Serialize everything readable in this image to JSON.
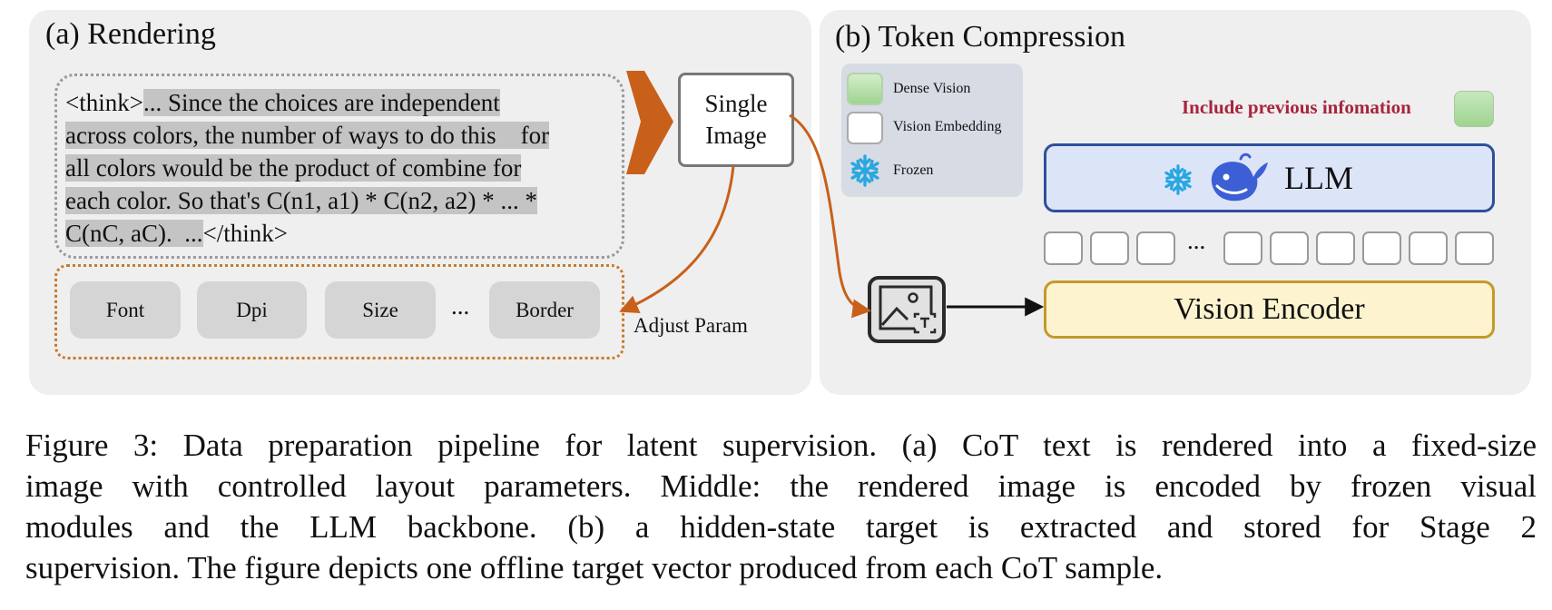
{
  "panel_a": {
    "title": "(a) Rendering",
    "think_text": {
      "line1_plain": "<think>",
      "line1_hl": "... Since the choices are independent",
      "line2": "across colors, the number of ways to do this    for",
      "line3": "all colors would be the product of combine for",
      "line4": "each color. So that's C(n1, a1) * C(n2, a2) * ... *",
      "line5_hl": "C(nC, aC).  ...",
      "line5_plain": "</think>"
    },
    "params": [
      "Font",
      "Dpi",
      "Size",
      "Border"
    ],
    "params_ellipsis": "...",
    "single_image": {
      "line1": "Single",
      "line2": "Image"
    },
    "adjust_label": "Adjust Param"
  },
  "panel_b": {
    "title": "(b)  Token Compression",
    "legend": [
      {
        "label": "Dense Vision",
        "icon": "dense-vision-swatch"
      },
      {
        "label": "Vision Embedding",
        "icon": "vision-embedding-swatch"
      },
      {
        "label": "Frozen",
        "icon": "snowflake-icon"
      }
    ],
    "include_label": "Include previous infomation",
    "llm_label": "LLM",
    "token_ellipsis": "...",
    "vision_encoder_label": "Vision Encoder"
  },
  "colors": {
    "panel_bg": "#efefef",
    "arrow_orange": "#c8601a",
    "llm_border": "#2f4e9e",
    "llm_fill": "#dce5f8",
    "encoder_border": "#c49a28",
    "encoder_fill": "#fdf3cf",
    "include_text": "#a8243c",
    "dense_vision_green": "#b5e0a8"
  },
  "caption": {
    "line1": "Figure 3: Data preparation pipeline for latent supervision. (a) CoT text is rendered into a fixed-size",
    "line2": "image with controlled layout parameters. Middle: the rendered image is encoded by frozen visual",
    "line3": "modules and the LLM backbone.  (b) a hidden-state target is extracted and stored for Stage 2",
    "line4": "supervision. The figure depicts one offline target vector produced from each CoT sample."
  }
}
